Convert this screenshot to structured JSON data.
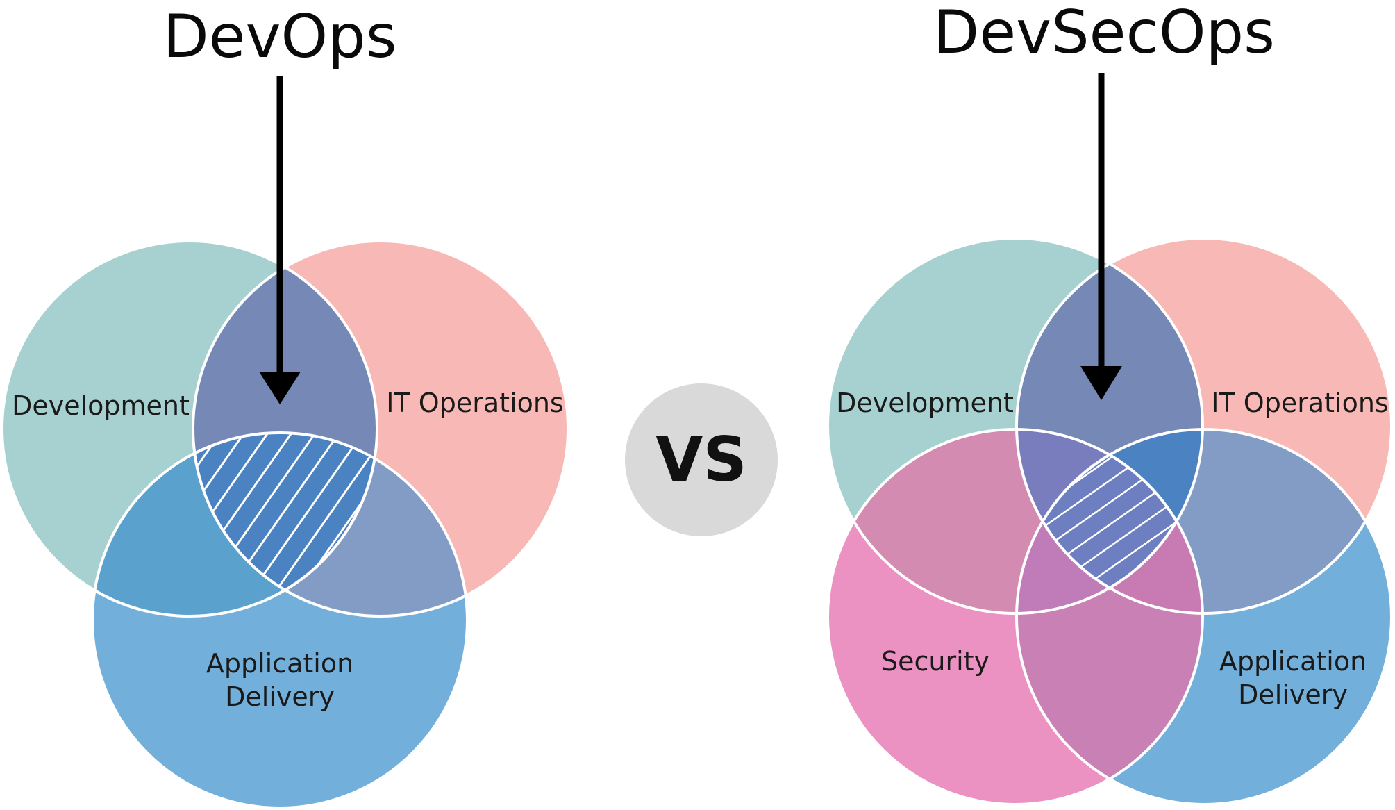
{
  "devops": {
    "title": "DevOps",
    "labels": {
      "development": "Development",
      "it_operations": "IT Operations",
      "application_delivery_line1": "Application",
      "application_delivery_line2": "Delivery"
    }
  },
  "vs": {
    "label": "VS"
  },
  "devsecops": {
    "title": "DevSecOps",
    "labels": {
      "development": "Development",
      "it_operations": "IT Operations",
      "security": "Security",
      "application_delivery_line1": "Application",
      "application_delivery_line2": "Delivery"
    }
  },
  "colors": {
    "development": "#a7d1d0",
    "it_operations": "#f7b8b6",
    "application_delivery": "#72b0db",
    "security": "#ec92c2",
    "dev_ops_overlap": "#7588b6",
    "dev_delivery_overlap": "#5ba1cd",
    "ops_delivery_overlap": "#839cc6",
    "center_overlap": "#4b82c2",
    "dev_security_overlap": "#d48bb2",
    "security_delivery_overlap": "#c880b5",
    "vs_circle": "#d9d9d9"
  }
}
